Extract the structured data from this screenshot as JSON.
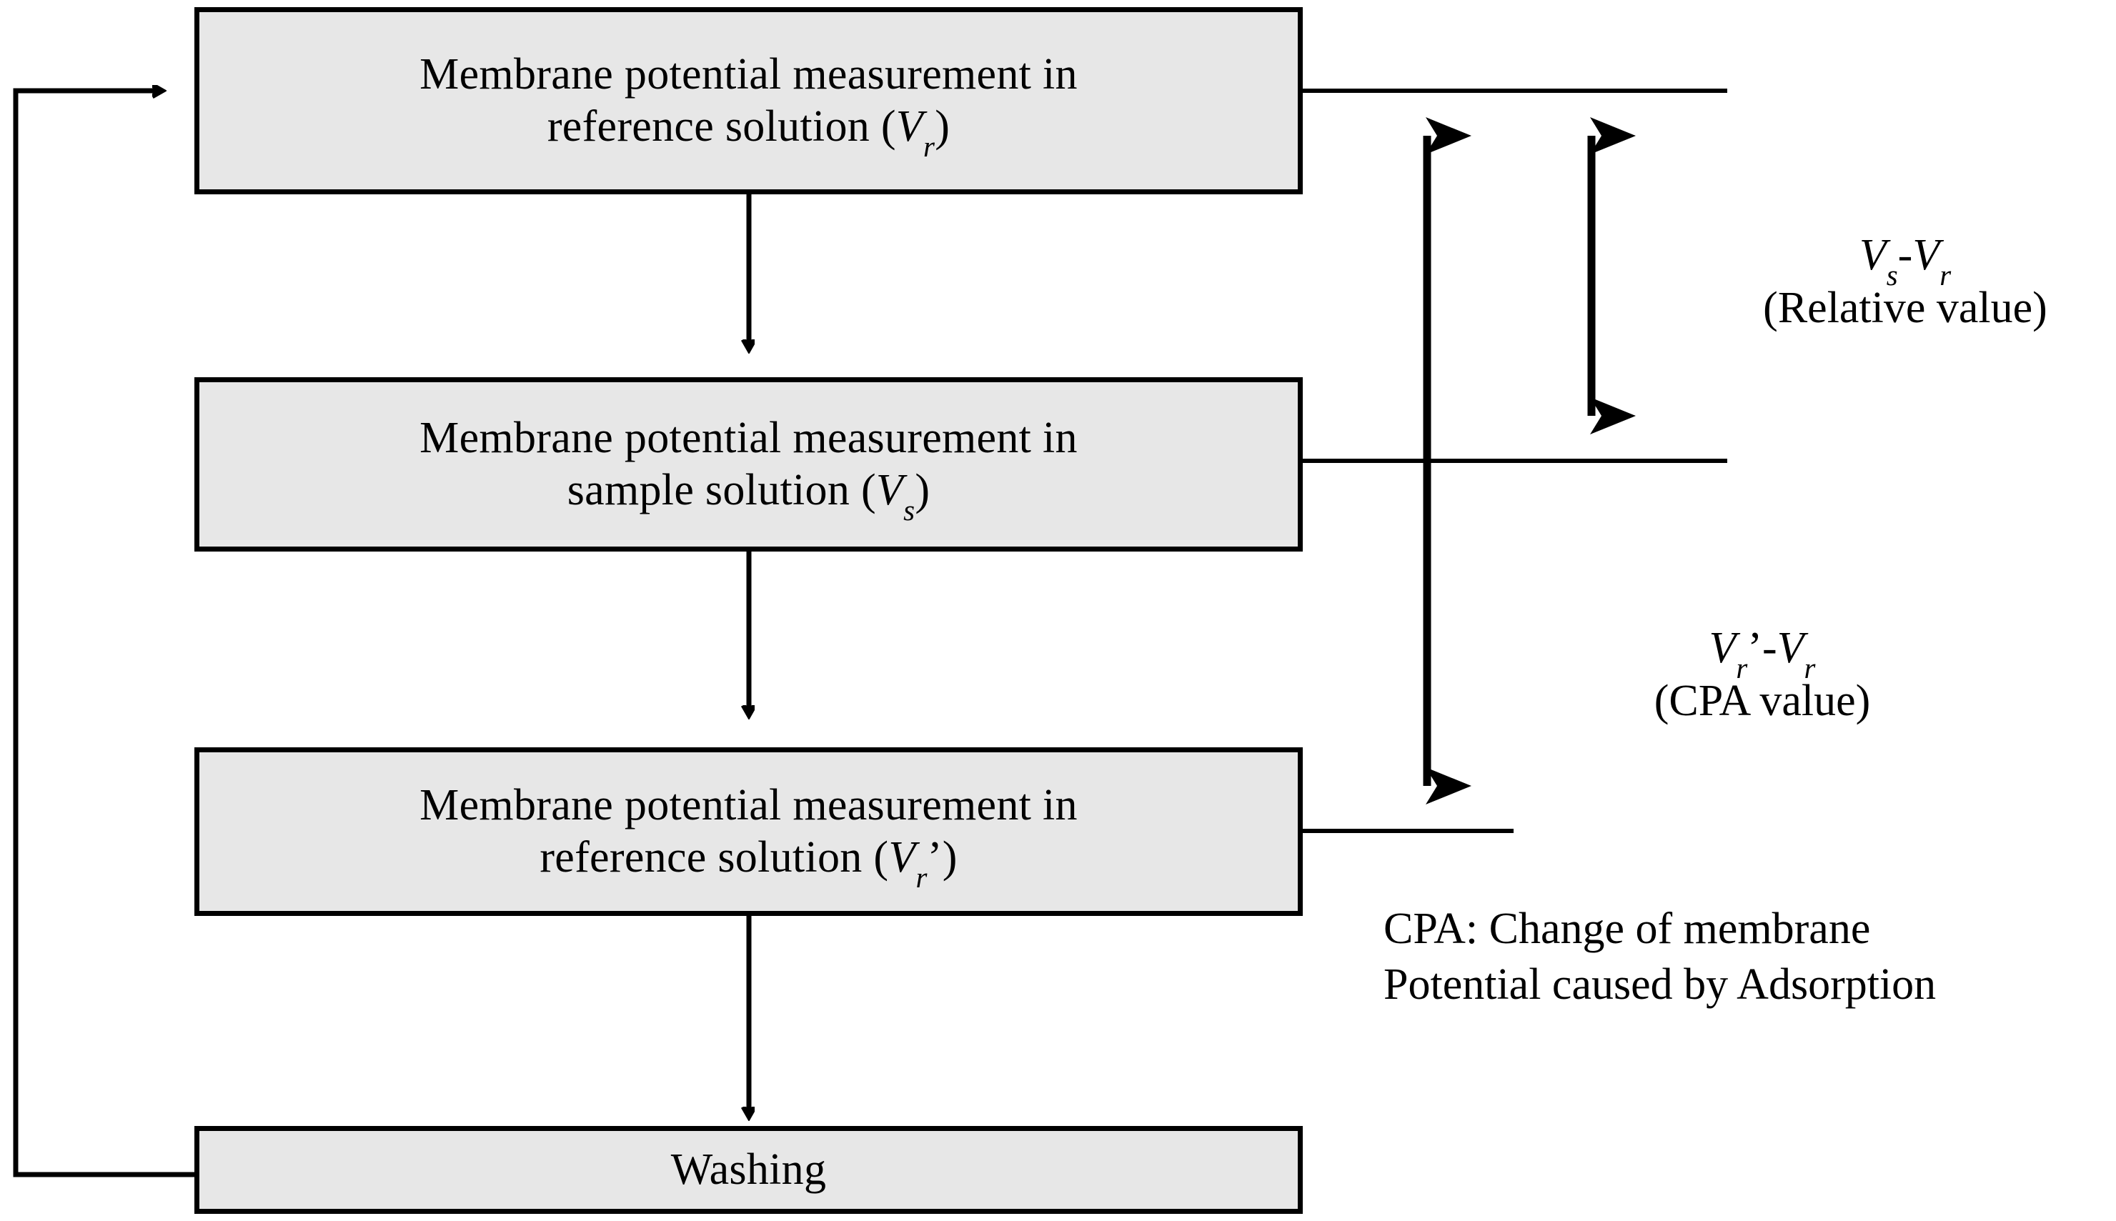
{
  "diagram": {
    "title": "Membrane potential measurement procedure flowchart",
    "background": "#ffffff",
    "box_fill": "#e7e7e7",
    "line_color": "#000000",
    "boxes": [
      {
        "id": "box-reference-vr",
        "line1": "Membrane potential measurement in",
        "line2_pre": "reference solution (",
        "line2_var": "V",
        "line2_sub": "r",
        "line2_post": ")"
      },
      {
        "id": "box-sample-vs",
        "line1": "Membrane potential measurement in",
        "line2_pre": "sample solution (",
        "line2_var": "V",
        "line2_sub": "s",
        "line2_post": ")"
      },
      {
        "id": "box-reference-vr-prime",
        "line1": "Membrane potential measurement in",
        "line2_pre": "reference solution (",
        "line2_var": "V",
        "line2_sub": "r",
        "line2_post": "’)"
      },
      {
        "id": "box-washing",
        "line1": "Washing",
        "line2_pre": "",
        "line2_var": "",
        "line2_sub": "",
        "line2_post": ""
      }
    ],
    "annotations": [
      {
        "id": "annotation-relative-value",
        "eq_v1": "V",
        "eq_v1_sub": "s",
        "eq_dash": "-",
        "eq_v2": "V",
        "eq_v2_sub": "r",
        "eq_prime": "",
        "caption": "(Relative value)"
      },
      {
        "id": "annotation-cpa-value",
        "eq_v1": "V",
        "eq_v1_sub": "r",
        "eq_prime": "’",
        "eq_dash": "-",
        "eq_v2": "V",
        "eq_v2_sub": "r",
        "caption": "(CPA value)"
      }
    ],
    "legend": {
      "id": "legend-cpa",
      "line1": "CPA: Change of membrane",
      "line2": "Potential caused by Adsorption"
    }
  }
}
